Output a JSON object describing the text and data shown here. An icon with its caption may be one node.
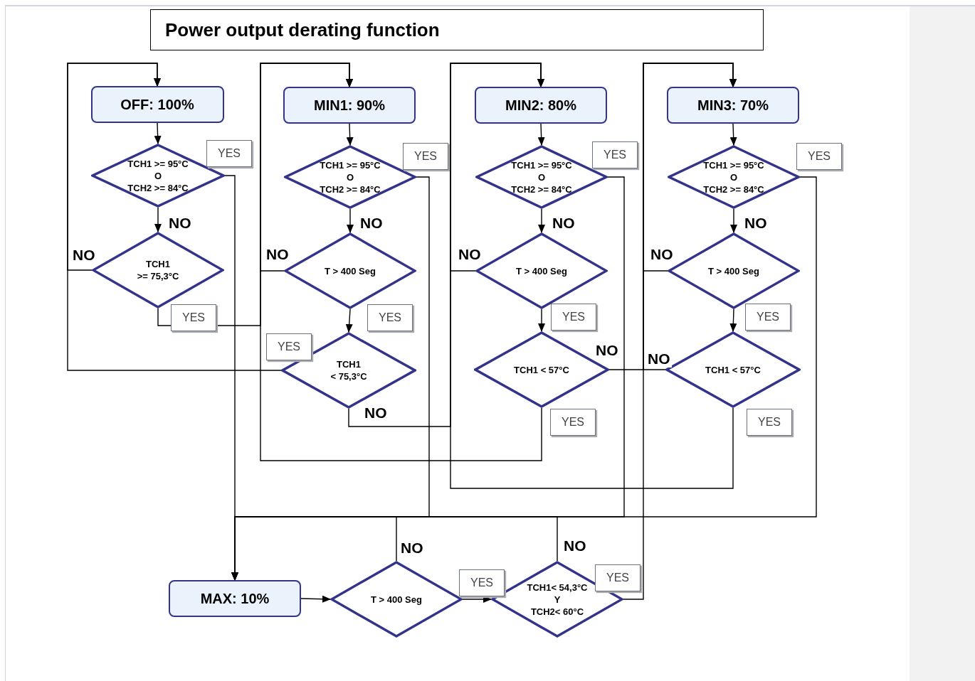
{
  "diagram": {
    "title": "Power output derating function",
    "nodes": [
      {
        "text": [
          "OFF: 100%"
        ]
      },
      {
        "text": [
          "TCH1 >= 95°C",
          "O",
          "TCH2 >= 84°C"
        ]
      },
      {
        "text": [
          "TCH1",
          ">= 75,3°C"
        ]
      },
      {
        "text": [
          "MIN1: 90%"
        ]
      },
      {
        "text": [
          "TCH1 >= 95°C",
          "O",
          "TCH2 >= 84°C"
        ]
      },
      {
        "text": [
          "T > 400 Seg"
        ]
      },
      {
        "text": [
          "TCH1",
          "< 75,3°C"
        ]
      },
      {
        "text": [
          "MIN2: 80%"
        ]
      },
      {
        "text": [
          "TCH1 >= 95°C",
          "O",
          "TCH2 >= 84°C"
        ]
      },
      {
        "text": [
          "T > 400 Seg"
        ]
      },
      {
        "text": [
          "TCH1 < 57°C"
        ]
      },
      {
        "text": [
          "MIN3: 70%"
        ]
      },
      {
        "text": [
          "TCH1 >= 95°C",
          "O",
          "TCH2 >= 84°C"
        ]
      },
      {
        "text": [
          "T > 400 Seg"
        ]
      },
      {
        "text": [
          "TCH1 < 57°C"
        ]
      },
      {
        "text": [
          "MAX: 10%"
        ]
      },
      {
        "text": [
          "T > 400 Seg"
        ]
      },
      {
        "text": [
          "TCH1< 54,3°C",
          "Y",
          "TCH2< 60°C"
        ]
      }
    ],
    "edges": [
      {
        "from": 0,
        "to": 1,
        "arrow": "to"
      },
      {
        "from": 1,
        "to": 2,
        "arrow": "to",
        "label": "NO"
      },
      {
        "from": 1,
        "to": 15,
        "arrow": "none",
        "label": "YES"
      },
      {
        "from": 2,
        "to": 0,
        "arrow": "to",
        "label": "NO"
      },
      {
        "from": 2,
        "to": 3,
        "arrow": "to",
        "label": "YES"
      },
      {
        "from": 3,
        "to": 4,
        "arrow": "to"
      },
      {
        "from": 4,
        "to": 5,
        "arrow": "to",
        "label": "NO"
      },
      {
        "from": 4,
        "to": 15,
        "arrow": "to",
        "label": "YES"
      },
      {
        "from": 5,
        "to": 3,
        "arrow": "to",
        "label": "NO"
      },
      {
        "from": 5,
        "to": 6,
        "arrow": "to",
        "label": "YES"
      },
      {
        "from": 6,
        "to": 0,
        "arrow": "to",
        "label": "YES"
      },
      {
        "from": 6,
        "to": 7,
        "arrow": "to",
        "label": "NO"
      },
      {
        "from": 7,
        "to": 8,
        "arrow": "to"
      },
      {
        "from": 8,
        "to": 9,
        "arrow": "to",
        "label": "NO"
      },
      {
        "from": 8,
        "to": 15,
        "arrow": "to",
        "label": "YES"
      },
      {
        "from": 9,
        "to": 7,
        "arrow": "to",
        "label": "NO"
      },
      {
        "from": 9,
        "to": 10,
        "arrow": "to",
        "label": "YES"
      },
      {
        "from": 10,
        "to": 11,
        "arrow": "to",
        "label": "NO"
      },
      {
        "from": 10,
        "to": 3,
        "arrow": "to",
        "label": "YES"
      },
      {
        "from": 11,
        "to": 12,
        "arrow": "to"
      },
      {
        "from": 12,
        "to": 13,
        "arrow": "to",
        "label": "NO"
      },
      {
        "from": 12,
        "to": 15,
        "arrow": "to",
        "label": "YES"
      },
      {
        "from": 13,
        "to": 11,
        "arrow": "to",
        "label": "NO"
      },
      {
        "from": 13,
        "to": 14,
        "arrow": "to",
        "label": "YES"
      },
      {
        "from": 14,
        "to": 11,
        "arrow": "to",
        "label": "NO"
      },
      {
        "from": 14,
        "to": 7,
        "arrow": "to",
        "label": "YES"
      },
      {
        "from": 15,
        "to": 16,
        "arrow": "to"
      },
      {
        "from": 16,
        "to": 15,
        "arrow": "to",
        "label": "NO"
      },
      {
        "from": 16,
        "to": 17,
        "arrow": "to",
        "label": "YES"
      },
      {
        "from": 17,
        "to": 15,
        "arrow": "to",
        "label": "NO"
      },
      {
        "from": 17,
        "to": 11,
        "arrow": "to",
        "label": "YES"
      }
    ]
  }
}
